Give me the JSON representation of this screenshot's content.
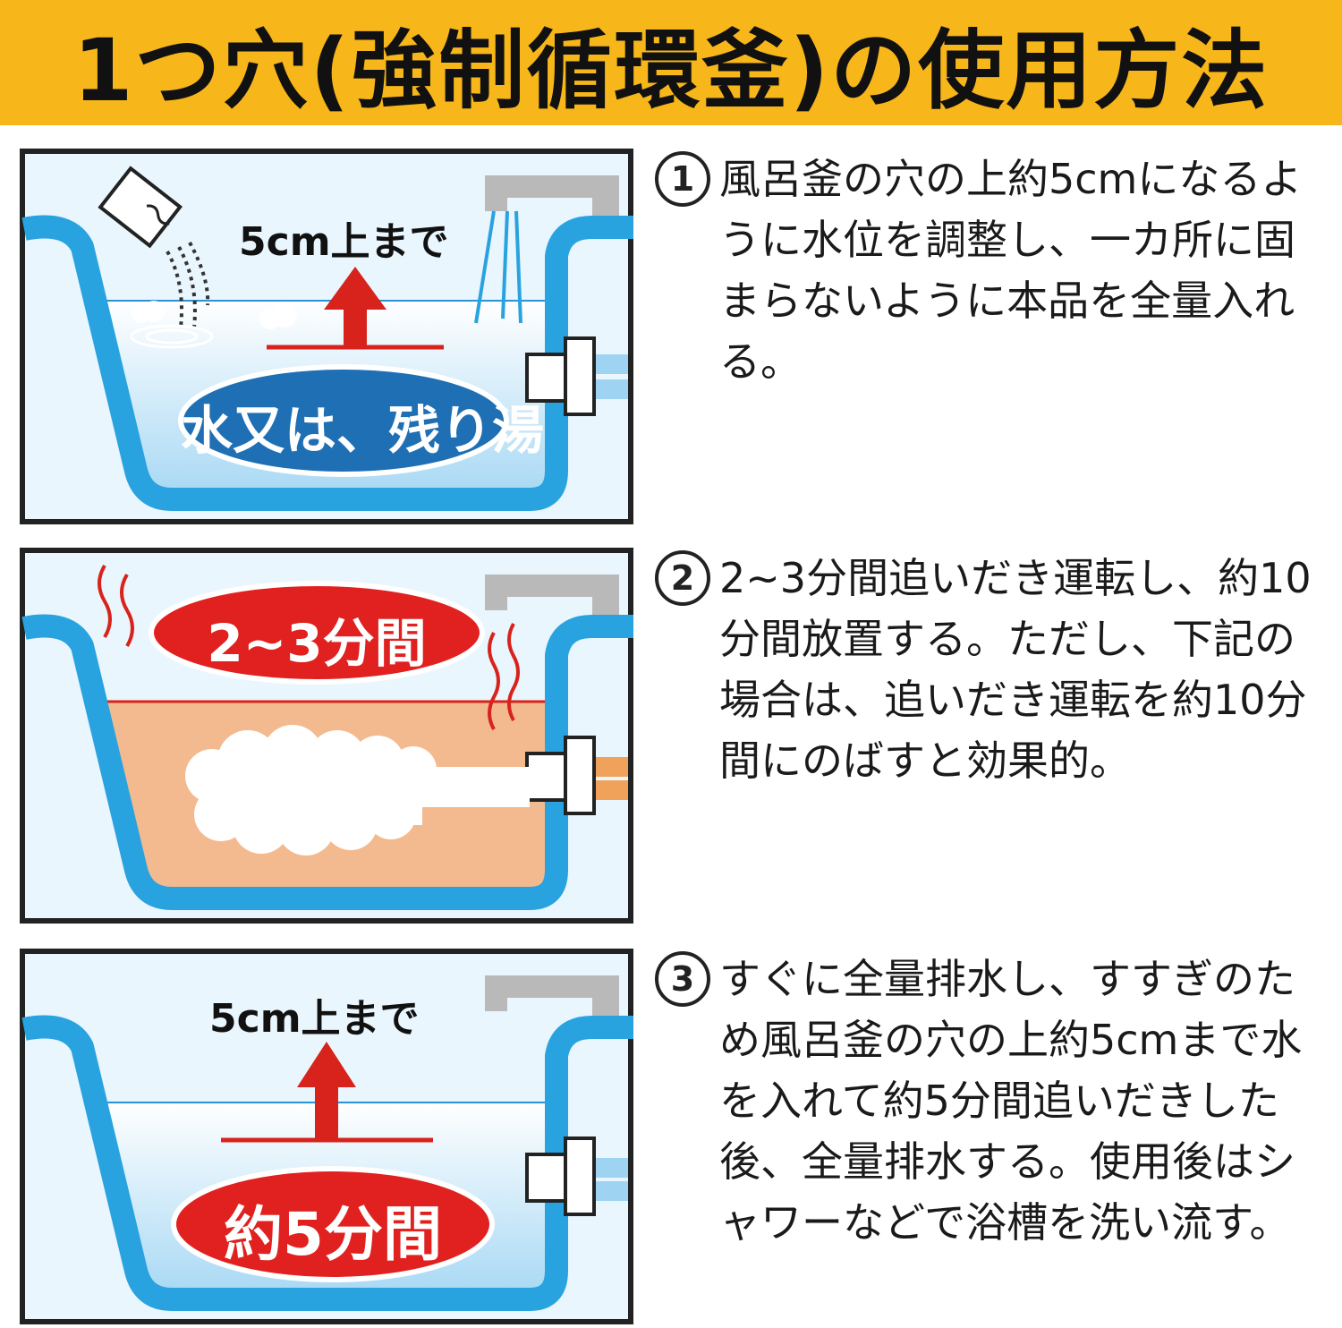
{
  "header": {
    "title": "1つ穴(強制循環釜)の使用方法",
    "bg_color": "#f7b619"
  },
  "panels": [
    {
      "arrow_label": "5cm上まで",
      "pill_label": "水又は、残り湯",
      "pill_color": "#1f6fb5"
    },
    {
      "pill_label": "2~3分間",
      "pill_color": "#e0211f"
    },
    {
      "arrow_label": "5cm上まで",
      "pill_label": "約5分間",
      "pill_color": "#e0211f"
    }
  ],
  "steps": [
    {
      "number": "1",
      "text": "風呂釜の穴の上約5cmになるように水位を調整し、一カ所に固まらないように本品を全量入れる。"
    },
    {
      "number": "2",
      "text": "2~3分間追いだき運転し、約10分間放置する。ただし、下記の場合は、追いだき運転を約10分間にのばすと効果的。"
    },
    {
      "number": "3",
      "text": "すぐに全量排水し、すすぎのため風呂釜の穴の上約5cmまで水を入れて約5分間追いだきした後、全量排水する。使用後はシャワーなどで浴槽を洗い流す。"
    }
  ],
  "colors": {
    "tub_blue": "#29a3e0",
    "water_blue": "#c9e8f8",
    "hot_water": "#f3b98f",
    "arrow_red": "#d8231c"
  }
}
